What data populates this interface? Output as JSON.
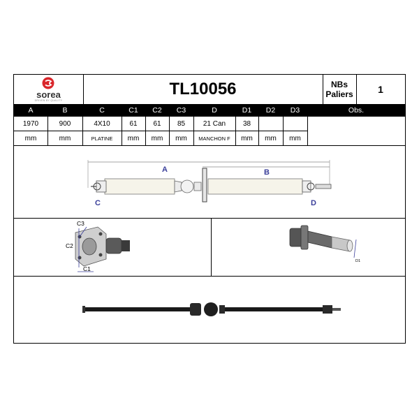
{
  "logo": {
    "name": "sorea",
    "tagline": "DRIVEN BY QUALITY",
    "color": "#d9262b"
  },
  "product": {
    "reference": "TL10056"
  },
  "bearings": {
    "label_line1": "NBs",
    "label_line2": "Paliers",
    "value": "1"
  },
  "table": {
    "headers": [
      "A",
      "B",
      "C",
      "C1",
      "C2",
      "C3",
      "D",
      "D1",
      "D2",
      "D3",
      "Obs."
    ],
    "values": [
      "1970",
      "900",
      "4X10",
      "61",
      "61",
      "85",
      "21 Can",
      "38",
      "",
      "",
      ""
    ],
    "units": [
      "mm",
      "mm",
      "PLATINE",
      "mm",
      "mm",
      "mm",
      "MANCHON F",
      "mm",
      "mm",
      "mm",
      ""
    ]
  },
  "diagram": {
    "label_a": "A",
    "label_b": "B",
    "label_c": "C",
    "label_d": "D",
    "accent": "#3a3f9a"
  },
  "flange_detail": {
    "label_c1": "C1",
    "label_c2": "C2",
    "label_c3": "C3"
  },
  "shaft_detail": {
    "label_d1": "D1"
  }
}
